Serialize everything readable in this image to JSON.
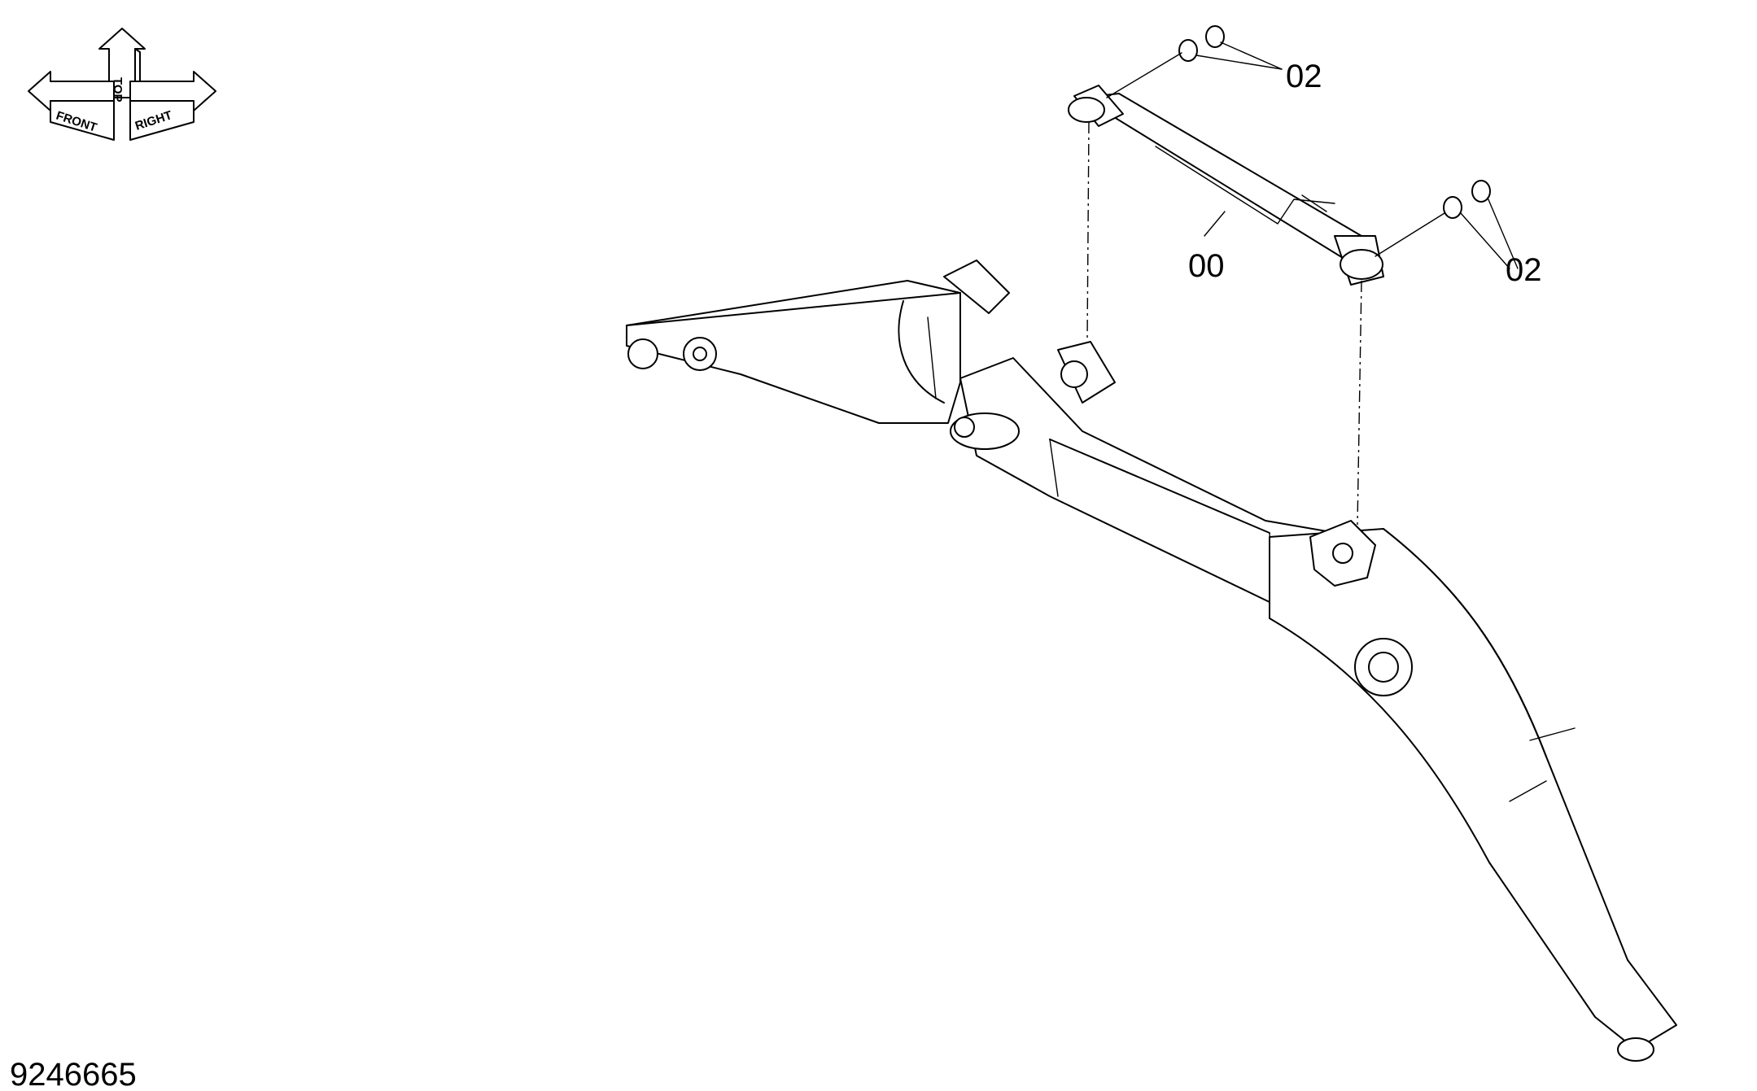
{
  "callouts": {
    "cylinder": "00",
    "bushings_top": "02",
    "bushings_bottom": "02"
  },
  "compass": {
    "top": "TOP",
    "front": "FRONT",
    "right": "RIGHT"
  },
  "drawing_number": "9246665"
}
